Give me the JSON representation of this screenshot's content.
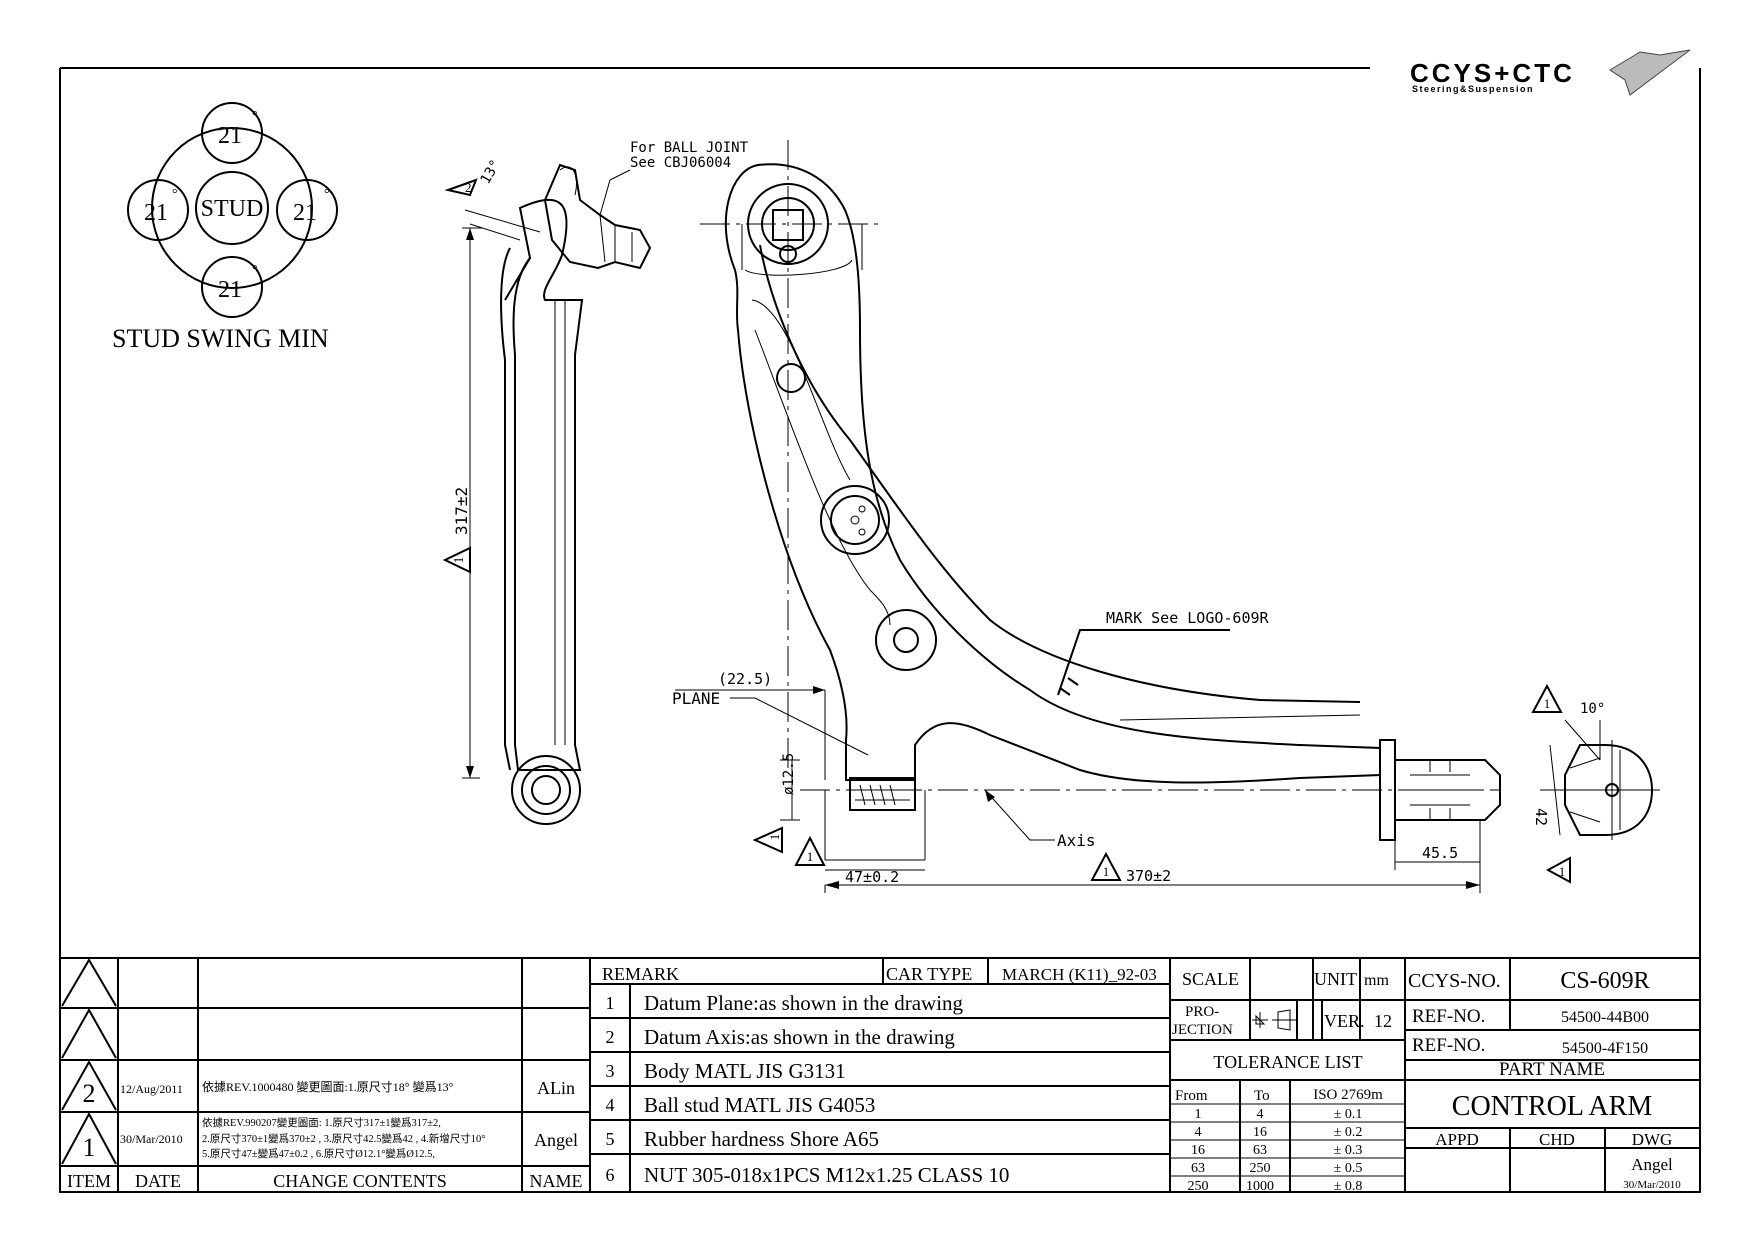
{
  "logo": {
    "text": "CCYS+CTC",
    "tagline": "Steering&Suspension"
  },
  "stud_swing": {
    "center": "STUD",
    "angles": [
      "21",
      "21",
      "21",
      "21"
    ],
    "degree": "°",
    "caption": "STUD SWING MIN"
  },
  "annotations": {
    "ball_joint_1": "For BALL JOINT",
    "ball_joint_2": "See CBJ06004",
    "angle_13": "13°",
    "dim_317": "317±2",
    "dim_22_5": "(22.5)",
    "plane": "PLANE",
    "mark": "MARK See LOGO-609R",
    "dia_12_5": "ø12.5",
    "axis": "Axis",
    "dim_47": "47±0.2",
    "dim_370": "370±2",
    "dim_45_5": "45.5",
    "angle_10": "10°",
    "dim_42": "42",
    "flag_1": "1",
    "flag_2": "2"
  },
  "revisions": {
    "rows": [
      {
        "item": "",
        "date": "",
        "contents": "",
        "name": ""
      },
      {
        "item": "",
        "date": "",
        "contents": "",
        "name": ""
      },
      {
        "item": "2",
        "date": "12/Aug/2011",
        "contents": "依據REV.1000480 變更圖面:1.原尺寸18° 變爲13°",
        "name": "ALin"
      },
      {
        "item": "1",
        "date": "30/Mar/2010",
        "contents_1": "依據REV.990207變更圖面: 1.原尺寸317±1變爲317±2,",
        "contents_2": "2.原尺寸370±1變爲370±2 , 3.原尺寸42.5變爲42 , 4.新增尺寸10°",
        "contents_3": "5.原尺寸47±變爲47±0.2 , 6.原尺寸Ø12.1°變爲Ø12.5,",
        "name": "Angel"
      }
    ],
    "headers": {
      "item": "ITEM",
      "date": "DATE",
      "contents": "CHANGE CONTENTS",
      "name": "NAME"
    }
  },
  "remarks": {
    "header": "REMARK",
    "car_type_label": "CAR TYPE",
    "car_type_value": "MARCH (K11)_92-03",
    "items": [
      {
        "n": "1",
        "text": "Datum Plane:as shown in the drawing"
      },
      {
        "n": "2",
        "text": "Datum Axis:as shown in the drawing"
      },
      {
        "n": "3",
        "text": "Body MATL JIS G3131"
      },
      {
        "n": "4",
        "text": "Ball stud MATL JIS G4053"
      },
      {
        "n": "5",
        "text": "Rubber hardness Shore A65"
      },
      {
        "n": "6",
        "text": "NUT 305-018x1PCS M12x1.25 CLASS 10"
      }
    ]
  },
  "specs": {
    "scale_label": "SCALE",
    "unit_label": "UNIT",
    "unit_value": "mm",
    "projection_1": "PRO-",
    "projection_2": "JECTION",
    "ver_label": "VER.",
    "ver_value": "12",
    "tolerance_title": "TOLERANCE LIST",
    "tol_headers": {
      "from": "From",
      "to": "To",
      "iso": "ISO 2769m"
    },
    "tolerances": [
      {
        "from": "1",
        "to": "4",
        "tol": "± 0.1"
      },
      {
        "from": "4",
        "to": "16",
        "tol": "± 0.2"
      },
      {
        "from": "16",
        "to": "63",
        "tol": "± 0.3"
      },
      {
        "from": "63",
        "to": "250",
        "tol": "± 0.5"
      },
      {
        "from": "250",
        "to": "1000",
        "tol": "± 0.8"
      }
    ]
  },
  "title_block": {
    "ccys_label": "CCYS-NO.",
    "ccys_value": "CS-609R",
    "ref_label_1": "REF-NO.",
    "ref_value_1": "54500-44B00",
    "ref_label_2": "REF-NO.",
    "ref_value_2": "54500-4F150",
    "part_name_label": "PART NAME",
    "part_name": "CONTROL ARM",
    "appd": "APPD",
    "chd": "CHD",
    "dwg": "DWG",
    "dwg_by": "Angel",
    "dwg_date": "30/Mar/2010"
  }
}
